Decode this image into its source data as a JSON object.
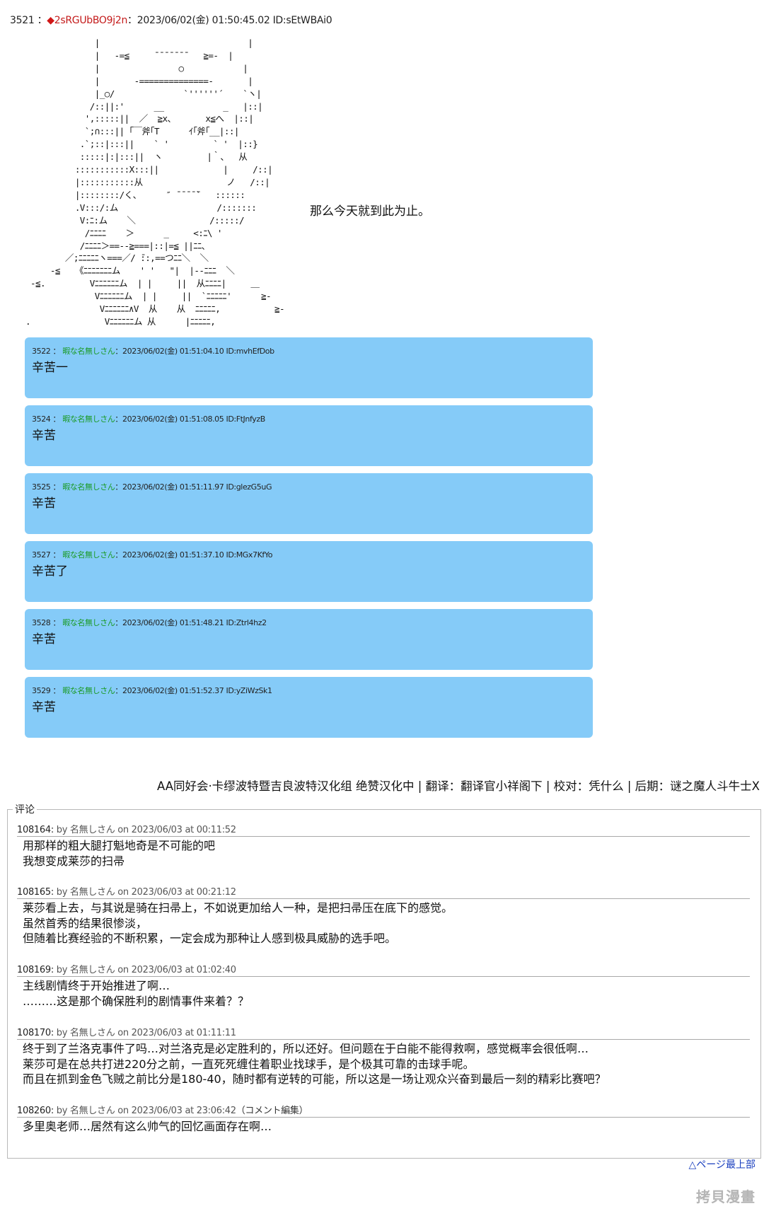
{
  "post": {
    "number": "3521",
    "sep": "：",
    "diamond": "◆",
    "trip": "2sRGUbBO9j2n",
    "meta": "：2023/06/02(金) 01:50:45.02 ID:sEtWBAi0",
    "aa_lines": [
      "              |                              |",
      "              |   -=≦     ̄ ̄ ̄ ̄ ̄ ̄ ̄    ≧=-  |",
      "              |                ○            |",
      "              |       -==============-       |",
      "              |_○/              `''''''´    `ヽ|",
      "             /::||:'      __            _   |::|",
      "            ',:::::||  ／  ≧x、      x≦へ  |::|",
      "            `;∩:::|| ｢￣斧｢T      ｲ｢斧｢__|::|",
      "           .`;::|:::||    ` '         ` '  |::}",
      "           :::::|:|:::||  ヽ         |｀、  从",
      "          :::::::::::X:::||             |     /::|",
      "          |:::::::::::从                 ノ   /::|",
      "          |::::::::/く、     ″ ̄ ̄ ̄ ̄ ̄`   ::::::",
      "          .V:::/:ム                    /:::::::",
      "           V:ﾆ:ム    ＼               /:::::/",
      "            /ﾆﾆﾆﾆ    ＞      _     <:ﾆ\\ '",
      "           /ﾆﾆﾆﾆ＞==--≧===|::|=≦ ||ﾆﾆ、",
      "        ／;ﾆﾆﾆﾆﾆヽ===／/ ̄::,==つﾆﾆ＼  ＼",
      "     -≦   《ﾆﾆﾆﾆﾆﾆﾆム    ' '   \"|  |--ﾆﾆﾆ  ＼",
      " -≦.         Vﾆﾆﾆﾆﾆﾆム  | |     ||  从ﾆﾆﾆﾆ|     ＿",
      "              Vﾆﾆﾆﾆﾆﾆム  | |     ||  `ﾆﾆﾆﾆﾆ'      ≧-",
      "               Vﾆﾆﾆﾆﾆﾆ∧V  从    从  ﾆﾆﾆﾆﾆ,           ≧-",
      ".               Vﾆﾆﾆﾆﾆﾆム 从      |ﾆﾆﾆﾆﾆ,"
    ],
    "caption": "那么今天就到此为止。"
  },
  "replies": [
    {
      "num": "3522",
      "name": "暇な名無しさん",
      "meta": "：2023/06/02(金) 01:51:04.10 ID:mvhEfDob",
      "text": "辛苦一"
    },
    {
      "num": "3524",
      "name": "暇な名無しさん",
      "meta": "：2023/06/02(金) 01:51:08.05 ID:FtJnfyzB",
      "text": "辛苦"
    },
    {
      "num": "3525",
      "name": "暇な名無しさん",
      "meta": "：2023/06/02(金) 01:51:11.97 ID:glezG5uG",
      "text": "辛苦"
    },
    {
      "num": "3527",
      "name": "暇な名無しさん",
      "meta": "：2023/06/02(金) 01:51:37.10 ID:MGx7KfYo",
      "text": "辛苦了"
    },
    {
      "num": "3528",
      "name": "暇な名無しさん",
      "meta": "：2023/06/02(金) 01:51:48.21 ID:Ztrl4hz2",
      "text": "辛苦"
    },
    {
      "num": "3529",
      "name": "暇な名無しさん",
      "meta": "：2023/06/02(金) 01:51:52.37 ID:yZiWzSk1",
      "text": "辛苦"
    }
  ],
  "credits": "AA同好会·卡缪波特暨吉良波特汉化组 绝赞汉化中 | 翻译：翻译官小祥阁下 | 校对：凭什么 | 后期：谜之魔人斗牛士X",
  "comments_label": "评论",
  "comments": [
    {
      "id": "108164:",
      "by": "by 名無しさん on 2023/06/03 at 00:11:52",
      "edit": "",
      "lines": [
        "用那样的粗大腿打魁地奇是不可能的吧",
        "我想变成莱莎的扫帚"
      ]
    },
    {
      "id": "108165:",
      "by": "by 名無しさん on 2023/06/03 at 00:21:12",
      "edit": "",
      "lines": [
        "莱莎看上去，与其说是骑在扫帚上，不如说更加给人一种，是把扫帚压在底下的感觉。",
        "虽然首秀的结果很惨淡，",
        "但随着比赛经验的不断积累，一定会成为那种让人感到极具威胁的选手吧。"
      ]
    },
    {
      "id": "108169:",
      "by": "by 名無しさん on 2023/06/03 at 01:02:40",
      "edit": "",
      "lines": [
        "主线剧情终于开始推进了啊…",
        "………这是那个确保胜利的剧情事件来着？？"
      ]
    },
    {
      "id": "108170:",
      "by": "by 名無しさん on 2023/06/03 at 01:11:11",
      "edit": "",
      "lines": [
        "终于到了兰洛克事件了吗…对兰洛克是必定胜利的，所以还好。但问题在于白能不能得救啊，感觉概率会很低啊…",
        "莱莎可是在总共打进220分之前，一直死死缠住着职业找球手，是个极其可靠的击球手呢。",
        "而且在抓到金色飞贼之前比分是180-40，随时都有逆转的可能，所以这是一场让观众兴奋到最后一刻的精彩比赛吧？"
      ]
    },
    {
      "id": "108260:",
      "by": "by 名無しさん on 2023/06/03 at 23:06:42",
      "edit": "（コメント編集）",
      "lines": [
        "多里奥老师…居然有这么帅气的回忆画面存在啊…"
      ]
    }
  ],
  "page_top": "△ページ最上部",
  "watermark": "拷貝漫畫"
}
